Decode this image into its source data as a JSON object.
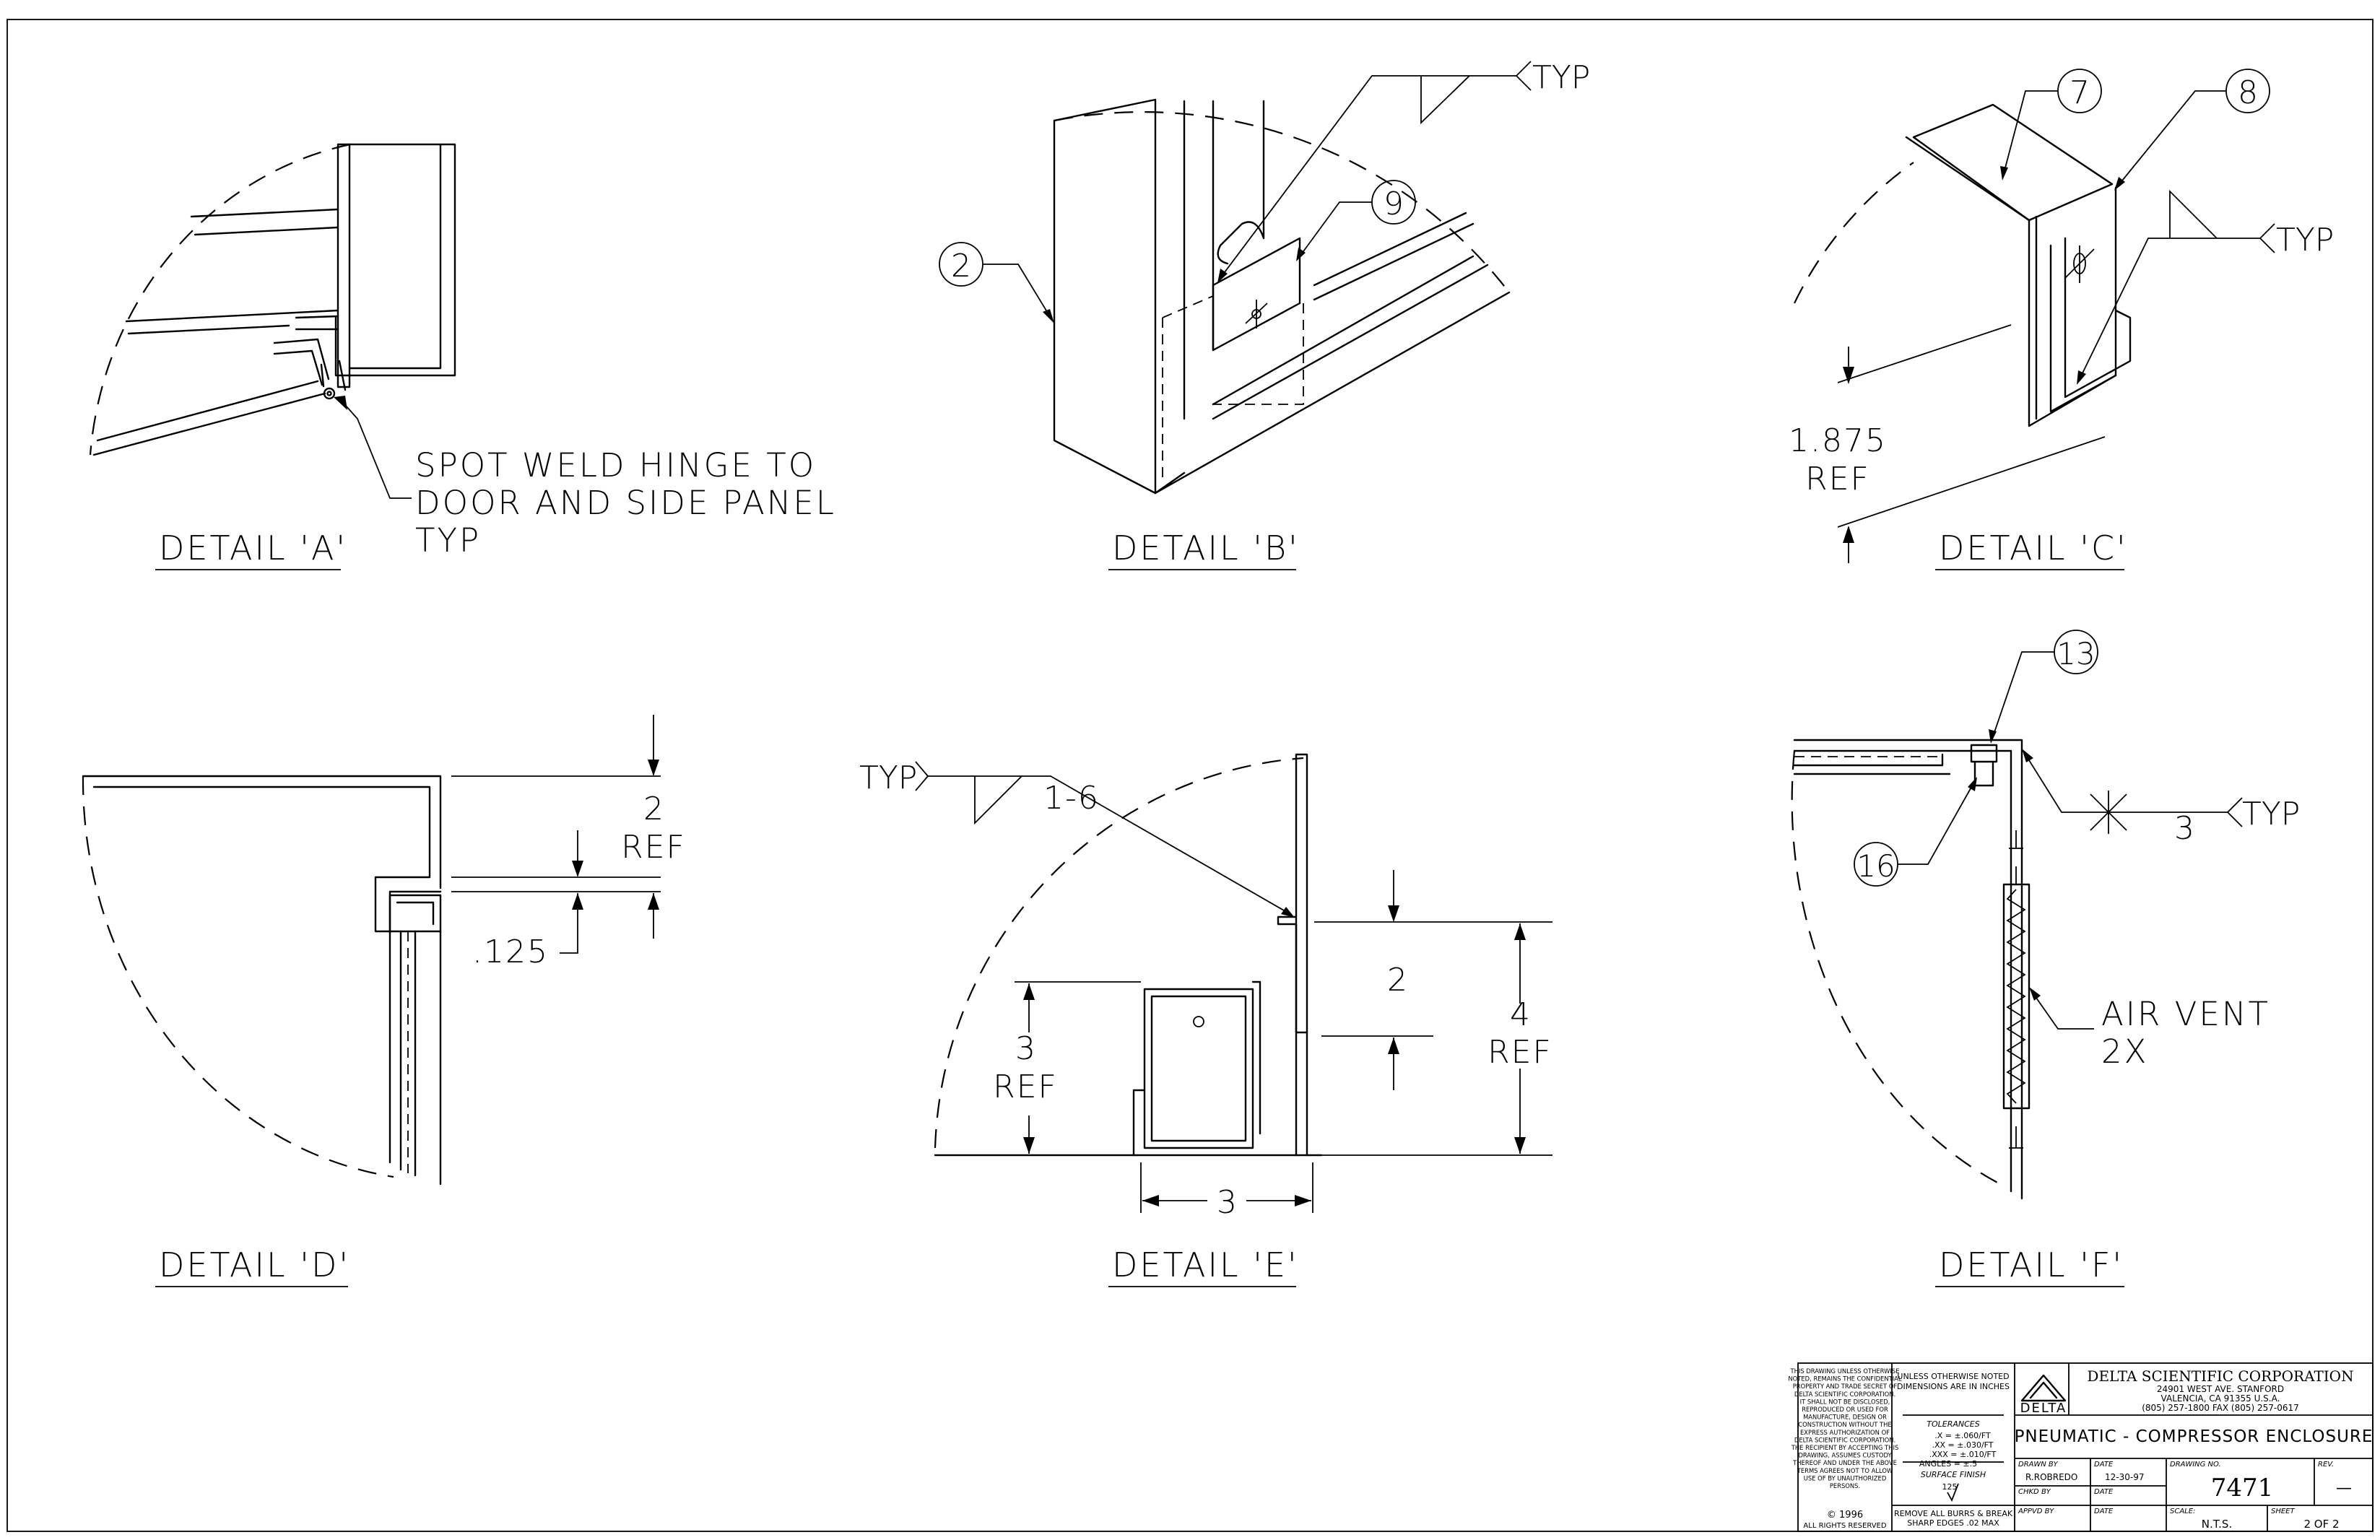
{
  "details": {
    "a": {
      "title": "DETAIL 'A'",
      "note_line1": "SPOT WELD HINGE TO",
      "note_line2": "DOOR AND SIDE PANEL",
      "note_line3": "TYP"
    },
    "b": {
      "title": "DETAIL 'B'",
      "balloon_2": "2",
      "balloon_9": "9",
      "weld_typ": "TYP"
    },
    "c": {
      "title": "DETAIL 'C'",
      "balloon_7": "7",
      "balloon_8": "8",
      "weld_typ": "TYP",
      "dim_value": "1.875",
      "dim_ref": "REF"
    },
    "d": {
      "title": "DETAIL 'D'",
      "dim_2": "2",
      "dim_2_ref": "REF",
      "dim_125": ".125"
    },
    "e": {
      "title": "DETAIL 'E'",
      "weld_typ": "TYP",
      "weld_spec": "1-6",
      "dim_2": "2",
      "dim_4": "4",
      "dim_4_ref": "REF",
      "dim_3v": "3",
      "dim_3v_ref": "REF",
      "dim_3h": "3"
    },
    "f": {
      "title": "DETAIL 'F'",
      "balloon_13": "13",
      "balloon_16": "16",
      "weld_size": "3",
      "weld_typ": "TYP",
      "vent_line1": "AIR VENT",
      "vent_line2": "2X"
    }
  },
  "title_block": {
    "confidential": [
      "THIS DRAWING UNLESS OTHERWISE",
      "NOTED, REMAINS THE CONFIDENTIAL",
      "PROPERTY AND TRADE SECRET OF",
      "DELTA SCIENTIFIC CORPORATION.",
      "IT SHALL NOT BE DISCLOSED,",
      "REPRODUCED OR USED FOR",
      "MANUFACTURE, DESIGN OR",
      "CONSTRUCTION WITHOUT THE",
      "EXPRESS AUTHORIZATION OF",
      "DELTA SCIENTIFIC CORPORATION.",
      "THE RECIPIENT BY ACCEPTING THIS",
      "DRAWING, ASSUMES CUSTODY",
      "THEREOF AND UNDER THE ABOVE",
      "TERMS AGREES NOT TO ALLOW",
      "USE OF BY UNAUTHORIZED",
      "PERSONS."
    ],
    "copyright": "© 1996",
    "rights": "ALL RIGHTS RESERVED",
    "unless_line1": "UNLESS OTHERWISE NOTED",
    "unless_line2": "DIMENSIONS ARE IN INCHES",
    "tolerances_label": "TOLERANCES",
    "tol_x": ".X = ±.060/FT",
    "tol_xx": ".XX = ±.030/FT",
    "tol_xxx": ".XXX = ±.010/FT",
    "tol_angles": "ANGLES = ±.5",
    "surface_label": "SURFACE FINISH",
    "surface_value": "125",
    "burrs_line1": "REMOVE ALL BURRS & BREAK",
    "burrs_line2": "SHARP EDGES .02 MAX",
    "logo_text": "DELTA",
    "company": "DELTA SCIENTIFIC CORPORATION",
    "address1": "24901 WEST AVE. STANFORD",
    "address2": "VALENCIA, CA 91355 U.S.A.",
    "phone": "(805) 257-1800 FAX (805) 257-0617",
    "drawing_title": "PNEUMATIC - COMPRESSOR ENCLOSURE",
    "drawn_by_label": "DRAWN BY",
    "drawn_by": "R.ROBREDO",
    "date_label": "DATE",
    "drawn_date": "12-30-97",
    "chkd_by_label": "CHKD BY",
    "appvd_by_label": "APPVD BY",
    "drawing_no_label": "DRAWING NO.",
    "drawing_no": "7471",
    "rev_label": "REV.",
    "rev_value": "—",
    "scale_label": "SCALE:",
    "scale_value": "N.T.S.",
    "sheet_label": "SHEET",
    "sheet_value": "2 OF 2"
  }
}
